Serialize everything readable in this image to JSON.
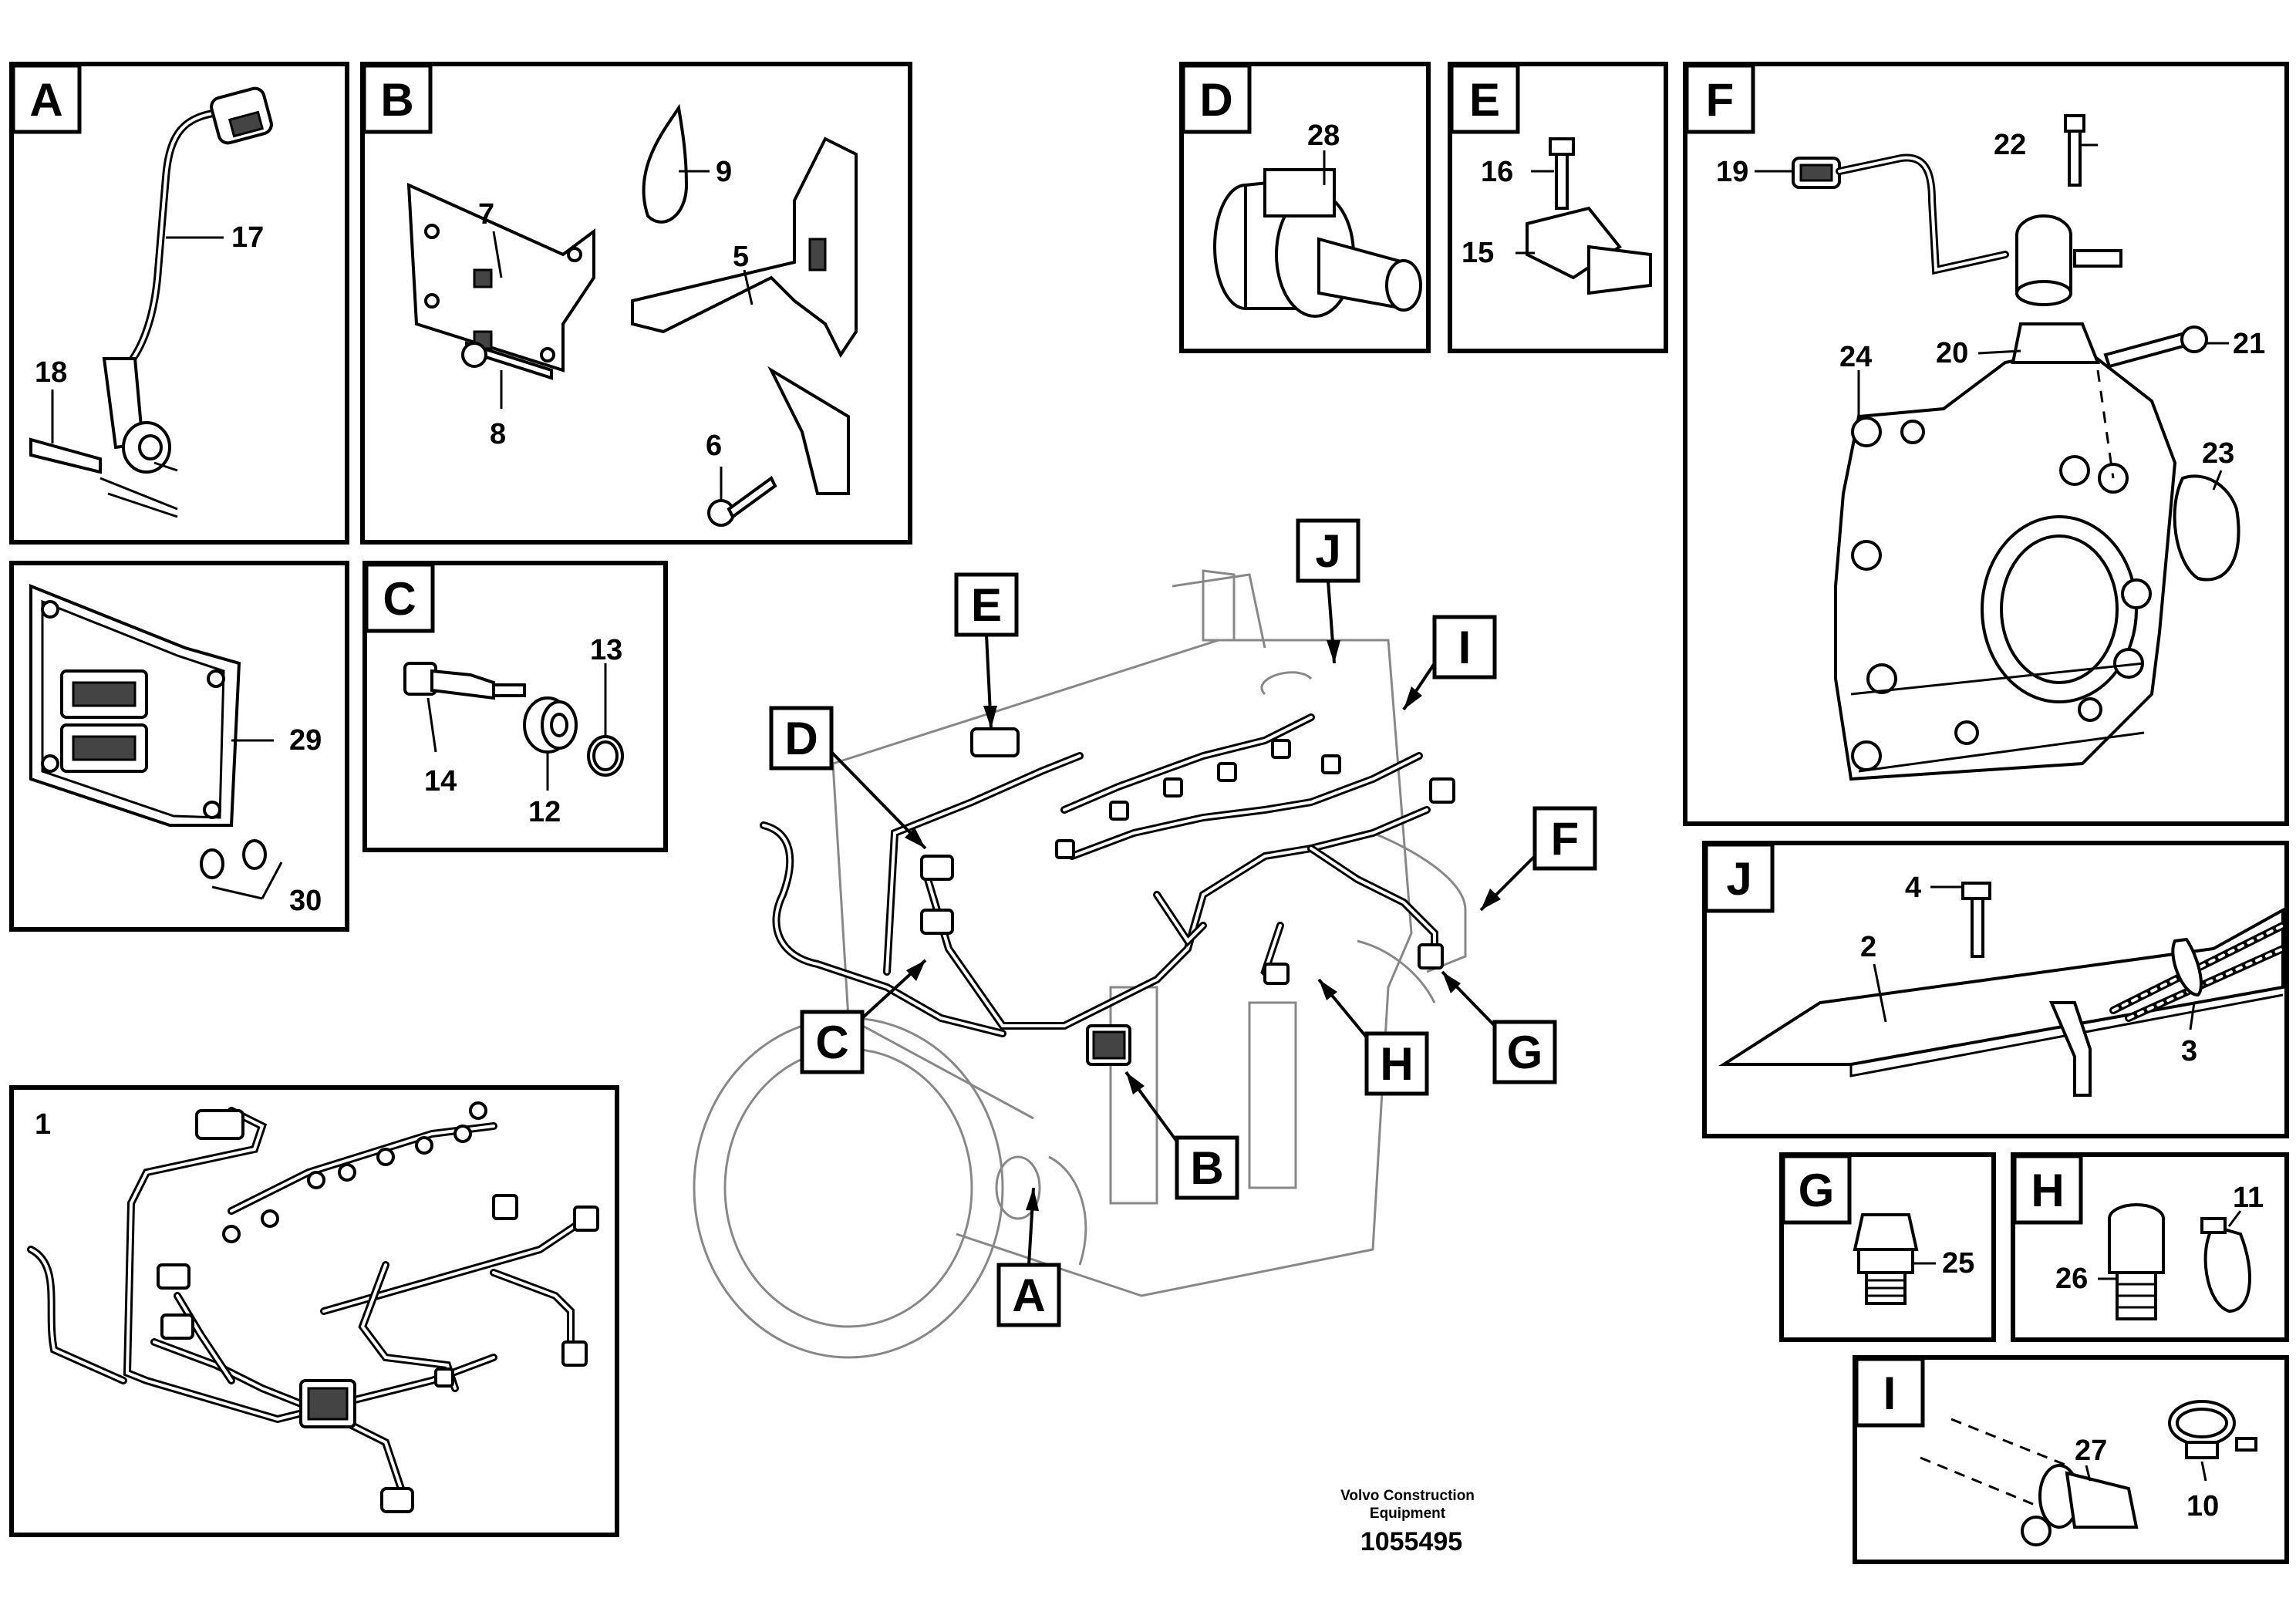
{
  "panels": {
    "A": {
      "tag": "A",
      "labels": {
        "p17": "17",
        "p18": "18"
      }
    },
    "B": {
      "tag": "B",
      "labels": {
        "p9": "9",
        "p7": "7",
        "p5": "5",
        "p8": "8",
        "p6": "6"
      }
    },
    "C": {
      "tag": "C",
      "labels": {
        "p13": "13",
        "p14": "14",
        "p12": "12"
      }
    },
    "D": {
      "tag": "D",
      "labels": {
        "p28": "28"
      }
    },
    "E": {
      "tag": "E",
      "labels": {
        "p16": "16",
        "p15": "15"
      }
    },
    "F": {
      "tag": "F",
      "labels": {
        "p22": "22",
        "p19": "19",
        "p24": "24",
        "p20": "20",
        "p21": "21",
        "p23": "23"
      }
    },
    "J": {
      "tag": "J",
      "labels": {
        "p4": "4",
        "p2": "2",
        "p3": "3"
      }
    },
    "G": {
      "tag": "G",
      "labels": {
        "p25": "25"
      }
    },
    "H": {
      "tag": "H",
      "labels": {
        "p11": "11",
        "p26": "26"
      }
    },
    "I": {
      "tag": "I",
      "labels": {
        "p27": "27",
        "p10": "10"
      }
    },
    "ecu": {
      "labels": {
        "p29": "29",
        "p30": "30"
      }
    },
    "harness": {
      "labels": {
        "p1": "1"
      }
    }
  },
  "engine_callouts": [
    "E",
    "J",
    "I",
    "D",
    "F",
    "C",
    "H",
    "G",
    "B",
    "A"
  ],
  "footer": {
    "company": "Volvo Construction",
    "company2": "Equipment",
    "drawing_number": "1055495"
  }
}
